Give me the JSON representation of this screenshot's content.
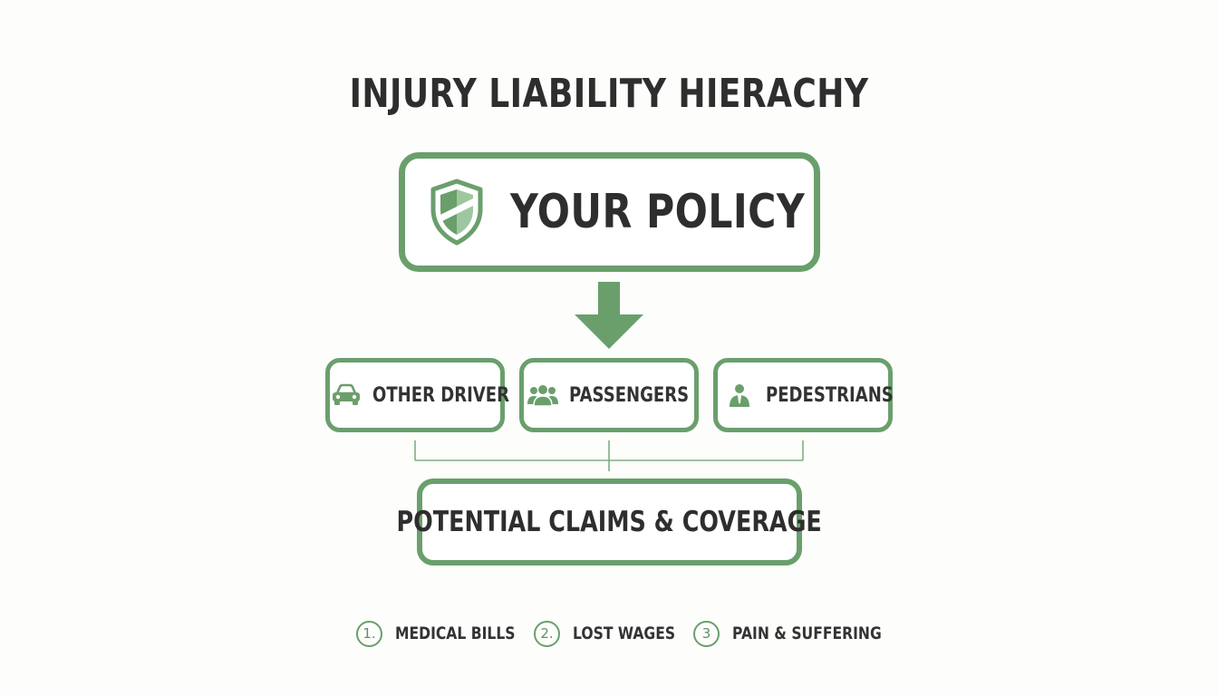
{
  "title": "INJURY LIABILITY HIERACHY",
  "colors": {
    "accent": "#6a9f6c",
    "text": "#2e2e2e",
    "background": "#fdfdfc"
  },
  "policy": {
    "label": "YOUR POLICY",
    "icon": "shield-icon"
  },
  "parties": [
    {
      "label": "OTHER DRIVER",
      "icon": "car-icon"
    },
    {
      "label": "PASSENGERS",
      "icon": "people-icon"
    },
    {
      "label": "PEDESTRIANS",
      "icon": "person-icon"
    }
  ],
  "claims": {
    "label": "POTENTIAL CLAIMS & COVERAGE"
  },
  "coverage_items": [
    {
      "number": "1.",
      "label": "MEDICAL BILLS"
    },
    {
      "number": "2.",
      "label": "LOST WAGES"
    },
    {
      "number": "3",
      "label": "PAIN & SUFFERING"
    }
  ]
}
